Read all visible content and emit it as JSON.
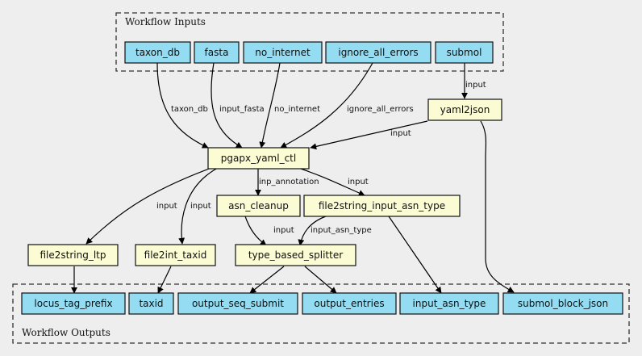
{
  "clusters": {
    "inputs": {
      "title": "Workflow Inputs"
    },
    "outputs": {
      "title": "Workflow Outputs"
    }
  },
  "colors": {
    "io_fill": "#94dcf2",
    "step_fill": "#fbfbd4",
    "background": "#eeeeee"
  },
  "inputs": [
    "taxon_db",
    "fasta",
    "no_internet",
    "ignore_all_errors",
    "submol"
  ],
  "steps": [
    "yaml2json",
    "pgapx_yaml_ctl",
    "asn_cleanup",
    "file2string_input_asn_type",
    "file2string_ltp",
    "file2int_taxid",
    "type_based_splitter"
  ],
  "outputs": [
    "locus_tag_prefix",
    "taxid",
    "output_seq_submit",
    "output_entries",
    "input_asn_type",
    "submol_block_json"
  ],
  "edges": [
    {
      "from": "taxon_db",
      "to": "pgapx_yaml_ctl",
      "label": "taxon_db"
    },
    {
      "from": "fasta",
      "to": "pgapx_yaml_ctl",
      "label": "input_fasta"
    },
    {
      "from": "no_internet",
      "to": "pgapx_yaml_ctl",
      "label": "no_internet"
    },
    {
      "from": "ignore_all_errors",
      "to": "pgapx_yaml_ctl",
      "label": "ignore_all_errors"
    },
    {
      "from": "submol",
      "to": "yaml2json",
      "label": "input"
    },
    {
      "from": "yaml2json",
      "to": "pgapx_yaml_ctl",
      "label": "input"
    },
    {
      "from": "yaml2json",
      "to": "submol_block_json",
      "label": ""
    },
    {
      "from": "pgapx_yaml_ctl",
      "to": "file2string_ltp",
      "label": "input"
    },
    {
      "from": "pgapx_yaml_ctl",
      "to": "file2int_taxid",
      "label": "input"
    },
    {
      "from": "pgapx_yaml_ctl",
      "to": "asn_cleanup",
      "label": "inp_annotation"
    },
    {
      "from": "pgapx_yaml_ctl",
      "to": "file2string_input_asn_type",
      "label": "input"
    },
    {
      "from": "asn_cleanup",
      "to": "type_based_splitter",
      "label": "input"
    },
    {
      "from": "file2string_input_asn_type",
      "to": "type_based_splitter",
      "label": "input_asn_type"
    },
    {
      "from": "file2string_input_asn_type",
      "to": "input_asn_type",
      "label": ""
    },
    {
      "from": "file2string_ltp",
      "to": "locus_tag_prefix",
      "label": ""
    },
    {
      "from": "file2int_taxid",
      "to": "taxid",
      "label": ""
    },
    {
      "from": "type_based_splitter",
      "to": "output_seq_submit",
      "label": ""
    },
    {
      "from": "type_based_splitter",
      "to": "output_entries",
      "label": ""
    }
  ]
}
